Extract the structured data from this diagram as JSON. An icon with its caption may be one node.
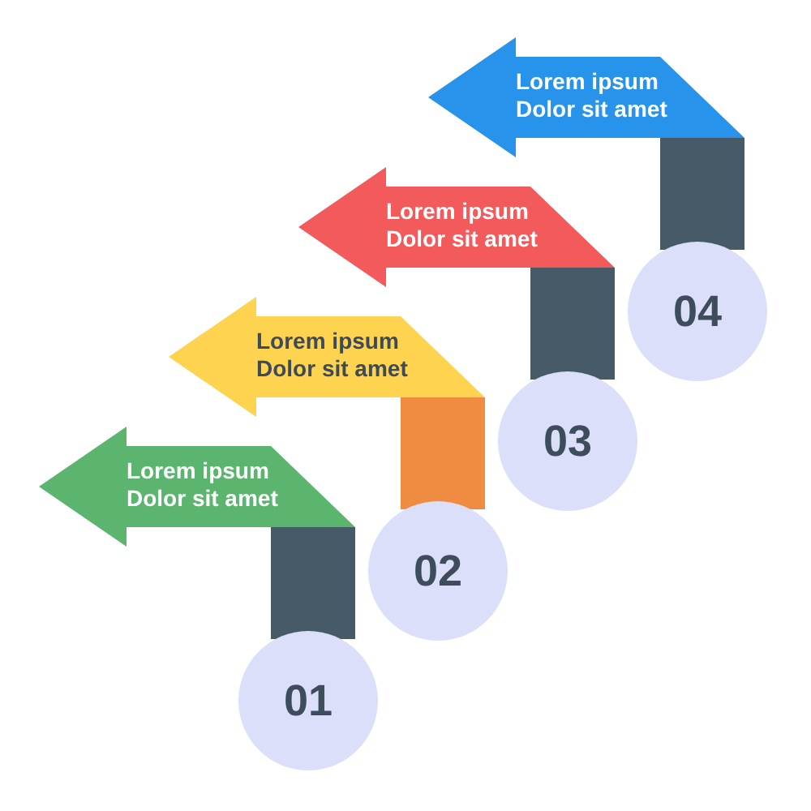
{
  "diagram": {
    "nodes": [
      {
        "text": [
          "01"
        ]
      },
      {
        "text": [
          "Lorem ipsum Dolor sit amet"
        ]
      },
      {
        "text": [
          "02"
        ]
      },
      {
        "text": [
          "Lorem ipsum Dolor sit amet"
        ]
      },
      {
        "text": [
          "03"
        ]
      },
      {
        "text": [
          "Lorem ipsum Dolor sit amet"
        ]
      },
      {
        "text": [
          "04"
        ]
      },
      {
        "text": [
          "Lorem ipsum Dolor sit amet"
        ]
      }
    ],
    "edges": [
      {
        "from": 0,
        "to": 1,
        "arrow": "none"
      },
      {
        "from": 2,
        "to": 3,
        "arrow": "none",
        "color": "#f08c41"
      },
      {
        "from": 4,
        "to": 5,
        "arrow": "none"
      },
      {
        "from": 6,
        "to": 7,
        "arrow": "none"
      }
    ]
  }
}
